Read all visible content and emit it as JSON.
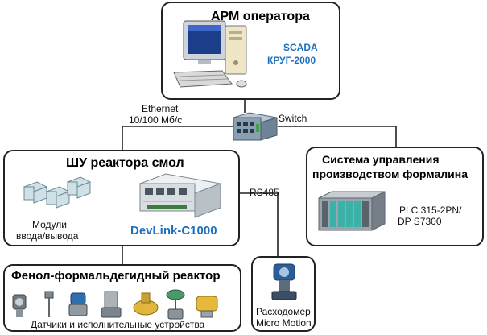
{
  "operator": {
    "title": "АРМ оператора",
    "scada_line1": "SCADA",
    "scada_line2": "КРУГ-2000"
  },
  "network": {
    "ethernet_line1": "Ethernet",
    "ethernet_line2": "10/100 Мб/с",
    "switch": "Switch",
    "rs485": "RS485"
  },
  "reactor_cabinet": {
    "title": "ШУ реактора смол",
    "modules_line1": "Модули",
    "modules_line2": "ввода/вывода",
    "devlink": "DevLink-C1000"
  },
  "formalin": {
    "title_line1": "Система управления",
    "title_line2": "производством формалина",
    "plc_line1": "PLC 315-2PN/",
    "plc_line2": "DP S7300"
  },
  "reactor": {
    "title": "Фенол-формальдегидный реактор",
    "devices": "Датчики и исполнительные устройства"
  },
  "flowmeter": {
    "line1": "Расходомер",
    "line2": "Micro Motion"
  },
  "colors": {
    "accent": "#1f6fc1",
    "line": "#222222"
  }
}
